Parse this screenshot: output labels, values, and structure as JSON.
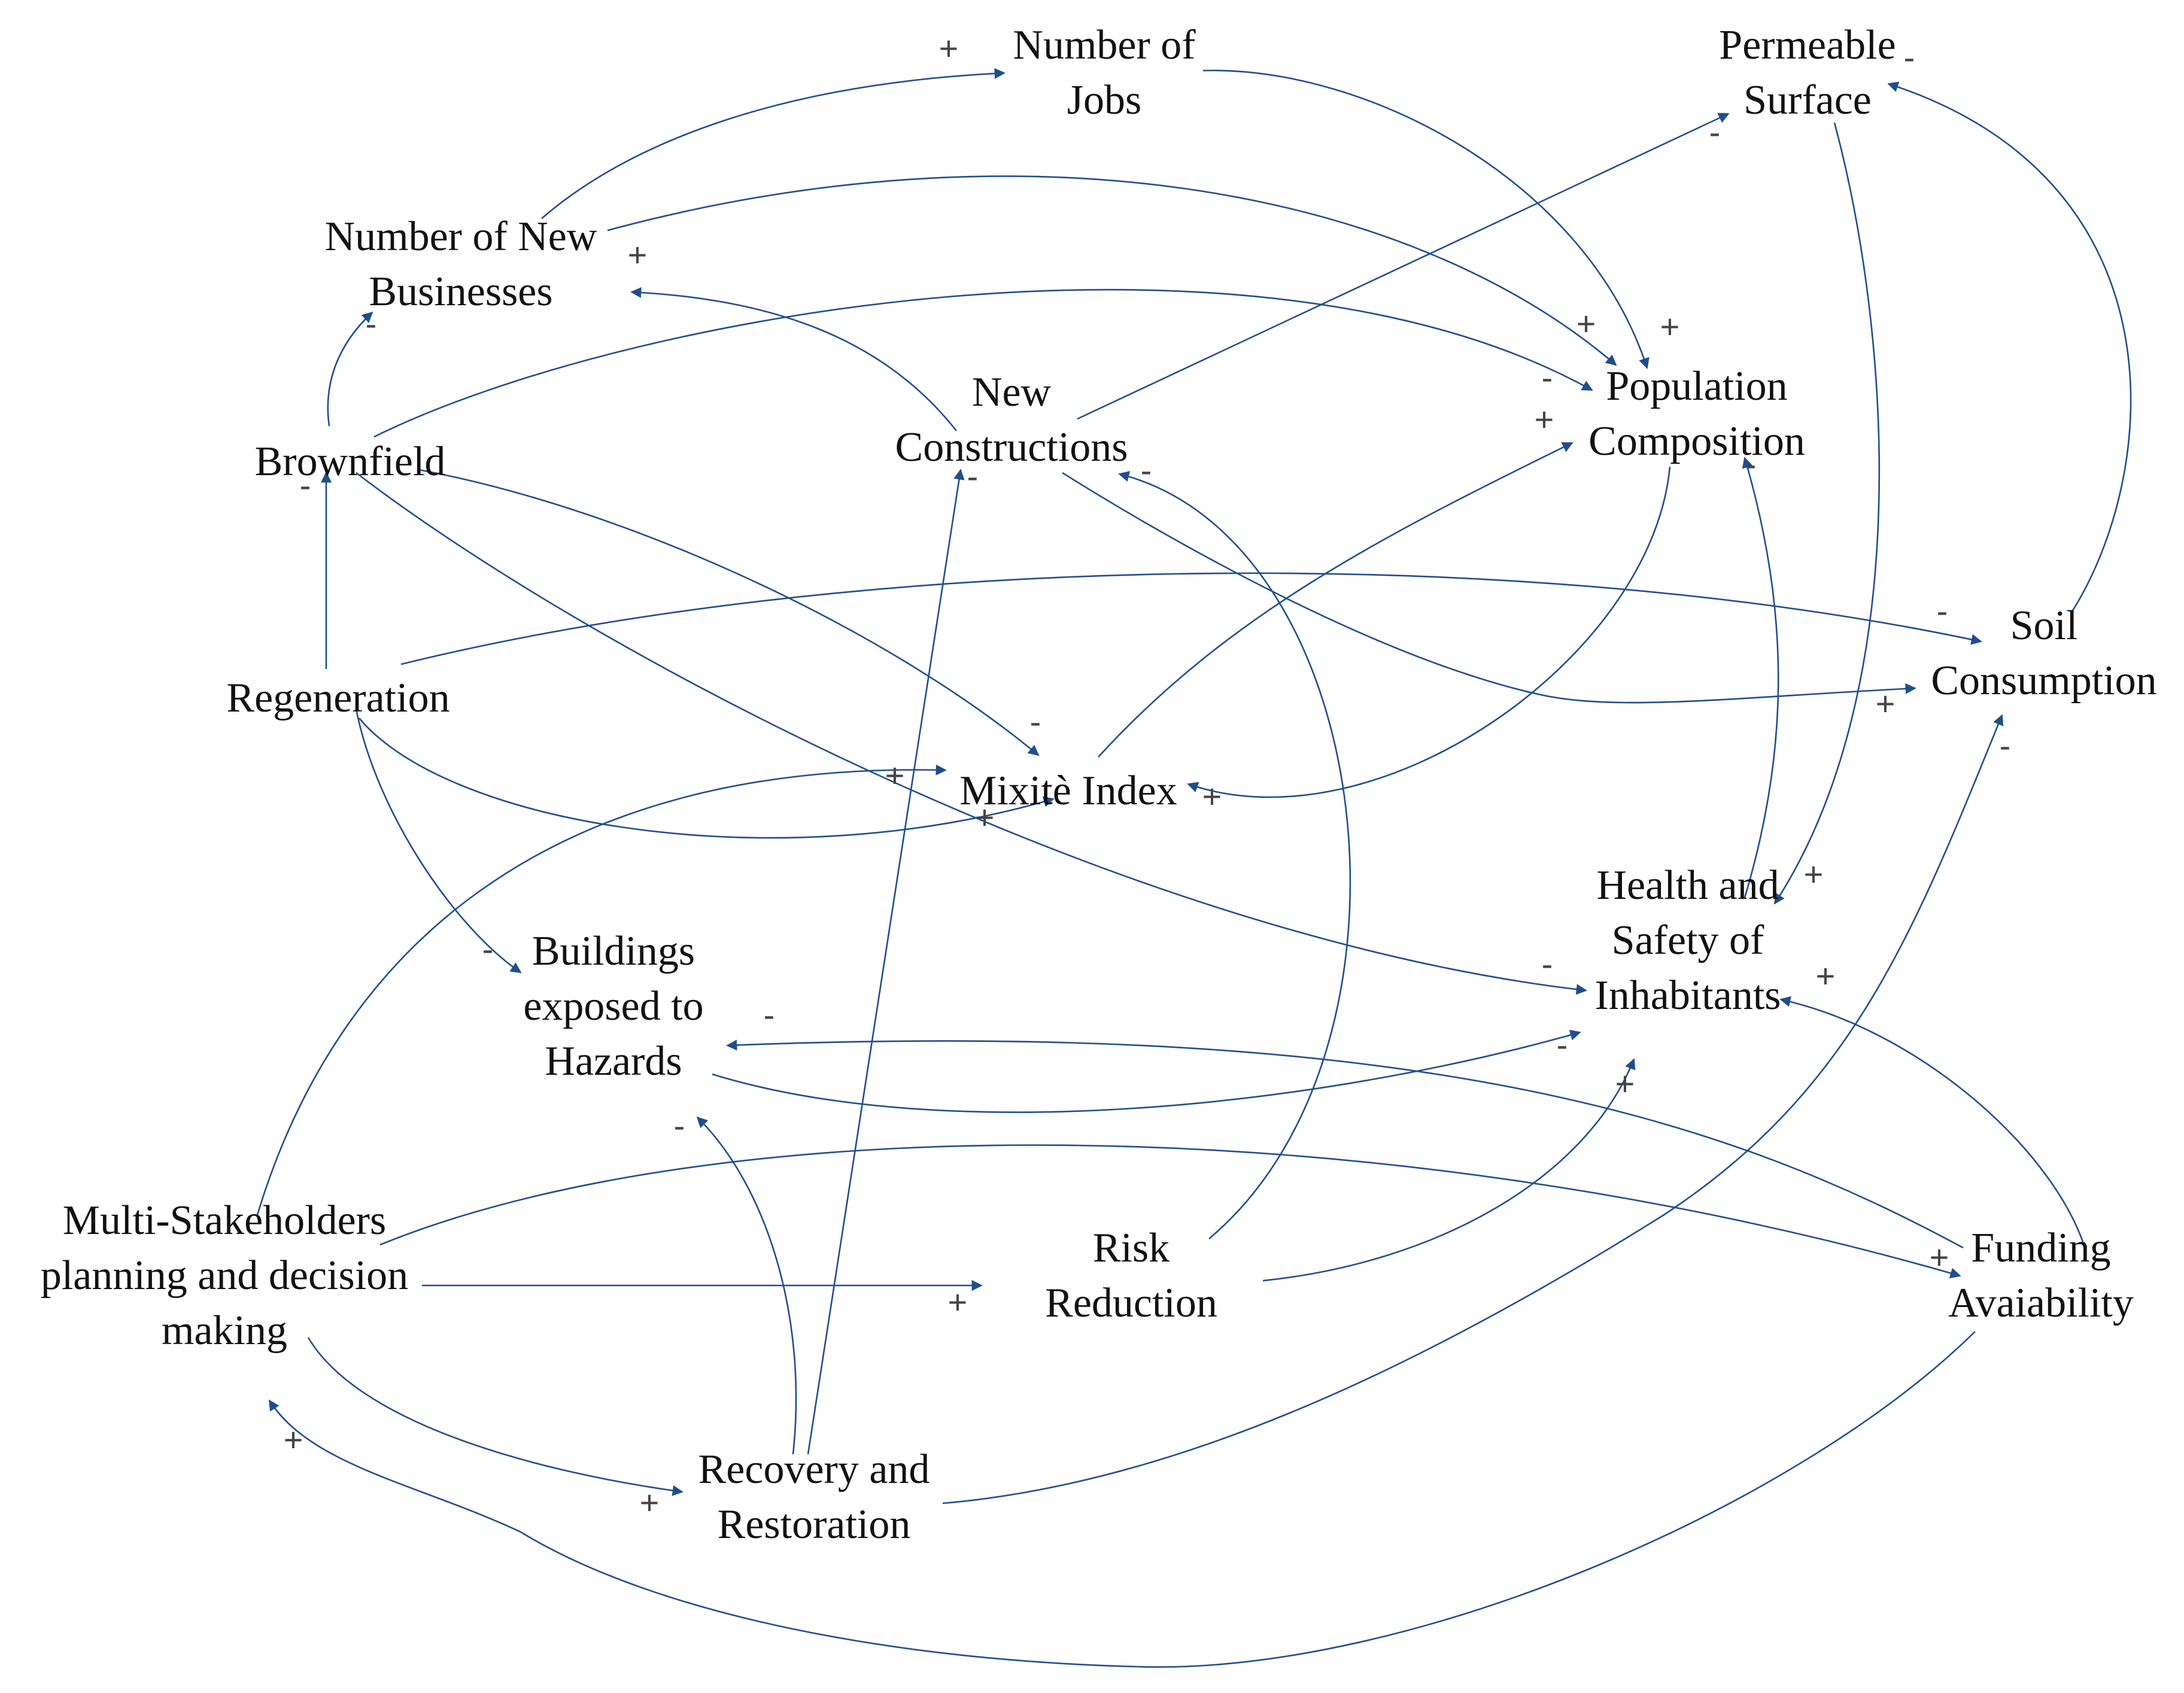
{
  "diagram": {
    "colors": {
      "link": "#1f4e8c",
      "text": "#111111",
      "sign": "#444444"
    },
    "nodes": [
      {
        "id": "jobs",
        "lines": [
          "Number of",
          "Jobs"
        ]
      },
      {
        "id": "permeable",
        "lines": [
          "Permeable",
          "Surface"
        ]
      },
      {
        "id": "newbiz",
        "lines": [
          "Number of New",
          "Businesses"
        ]
      },
      {
        "id": "newcons",
        "lines": [
          "New",
          "Constructions"
        ]
      },
      {
        "id": "popcomp",
        "lines": [
          "Population",
          "Composition"
        ]
      },
      {
        "id": "brownfield",
        "lines": [
          "Brownfield"
        ]
      },
      {
        "id": "regeneration",
        "lines": [
          "Regeneration"
        ]
      },
      {
        "id": "soil",
        "lines": [
          "Soil",
          "Consumption"
        ]
      },
      {
        "id": "mixite",
        "lines": [
          "Mixitè Index"
        ]
      },
      {
        "id": "health",
        "lines": [
          "Health and",
          "Safety of",
          "Inhabitants"
        ]
      },
      {
        "id": "buildings",
        "lines": [
          "Buildings",
          "exposed to",
          "Hazards"
        ]
      },
      {
        "id": "multi",
        "lines": [
          "Multi-Stakeholders",
          "planning and decision",
          "making"
        ]
      },
      {
        "id": "risk",
        "lines": [
          "Risk",
          "Reduction"
        ]
      },
      {
        "id": "funding",
        "lines": [
          "Funding",
          "Avaiability"
        ]
      },
      {
        "id": "recovery",
        "lines": [
          "Recovery and",
          "Restoration"
        ]
      }
    ],
    "links": [
      {
        "from": "newbiz",
        "to": "jobs",
        "polarity": "+"
      },
      {
        "from": "jobs",
        "to": "popcomp",
        "polarity": "+"
      },
      {
        "from": "newbiz",
        "to": "popcomp",
        "polarity": "+"
      },
      {
        "from": "brownfield",
        "to": "popcomp",
        "polarity": "-"
      },
      {
        "from": "brownfield",
        "to": "newbiz",
        "polarity": "-"
      },
      {
        "from": "newcons",
        "to": "newbiz",
        "polarity": "+"
      },
      {
        "from": "newcons",
        "to": "permeable",
        "polarity": "-"
      },
      {
        "from": "soil",
        "to": "permeable",
        "polarity": "-"
      },
      {
        "from": "permeable",
        "to": "health",
        "polarity": "+"
      },
      {
        "from": "regeneration",
        "to": "brownfield",
        "polarity": "-"
      },
      {
        "from": "brownfield",
        "to": "mixite",
        "polarity": "-"
      },
      {
        "from": "brownfield",
        "to": "health",
        "polarity": "-"
      },
      {
        "from": "regeneration",
        "to": "soil",
        "polarity": "-"
      },
      {
        "from": "newcons",
        "to": "soil",
        "polarity": "+"
      },
      {
        "from": "regeneration",
        "to": "mixite",
        "polarity": "+"
      },
      {
        "from": "regeneration",
        "to": "buildings",
        "polarity": "-"
      },
      {
        "from": "mixite",
        "to": "popcomp",
        "polarity": "+"
      },
      {
        "from": "popcomp",
        "to": "mixite",
        "polarity": "+"
      },
      {
        "from": "health",
        "to": "popcomp",
        "polarity": "-"
      },
      {
        "from": "multi",
        "to": "mixite",
        "polarity": "+"
      },
      {
        "from": "buildings",
        "to": "health",
        "polarity": "-"
      },
      {
        "from": "funding",
        "to": "buildings",
        "polarity": "-"
      },
      {
        "from": "funding",
        "to": "health",
        "polarity": "+"
      },
      {
        "from": "risk",
        "to": "health",
        "polarity": "+"
      },
      {
        "from": "risk",
        "to": "newcons",
        "polarity": "-"
      },
      {
        "from": "recovery",
        "to": "newcons",
        "polarity": "-"
      },
      {
        "from": "recovery",
        "to": "buildings",
        "polarity": "-"
      },
      {
        "from": "multi",
        "to": "funding",
        "polarity": "+"
      },
      {
        "from": "multi",
        "to": "risk",
        "polarity": "+"
      },
      {
        "from": "multi",
        "to": "recovery",
        "polarity": "+"
      },
      {
        "from": "recovery",
        "to": "soil",
        "polarity": "-"
      },
      {
        "from": "funding",
        "to": "multi",
        "polarity": "+"
      }
    ]
  }
}
